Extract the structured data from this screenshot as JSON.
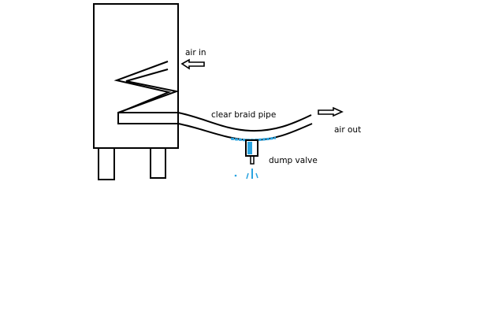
{
  "labels": {
    "air_in": "air in",
    "clear_braid_pipe": "clear braid pipe",
    "air_out": "air out",
    "dump_valve": "dump valve"
  },
  "colors": {
    "line": "#000000",
    "water": "#29a3e0",
    "background": "#ffffff"
  },
  "icons": {
    "air_in_arrow": "left-arrow-icon",
    "air_out_arrow": "right-arrow-icon"
  }
}
